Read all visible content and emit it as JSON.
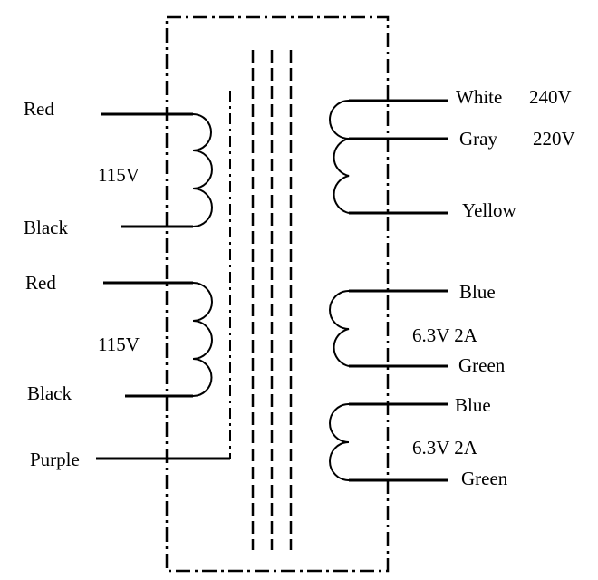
{
  "primary": {
    "winding_1": {
      "top_wire": "Red",
      "bottom_wire": "Black",
      "voltage": "115V"
    },
    "winding_2": {
      "top_wire": "Red",
      "bottom_wire": "Black",
      "voltage": "115V"
    },
    "shield_wire": "Purple"
  },
  "secondary": {
    "high_voltage": {
      "top_wire": "White",
      "top_voltage": "240V",
      "tap_wire": "Gray",
      "tap_voltage": "220V",
      "bottom_wire": "Yellow"
    },
    "filament_1": {
      "top_wire": "Blue",
      "rating": "6.3V 2A",
      "bottom_wire": "Green"
    },
    "filament_2": {
      "top_wire": "Blue",
      "rating": "6.3V 2A",
      "bottom_wire": "Green"
    }
  }
}
